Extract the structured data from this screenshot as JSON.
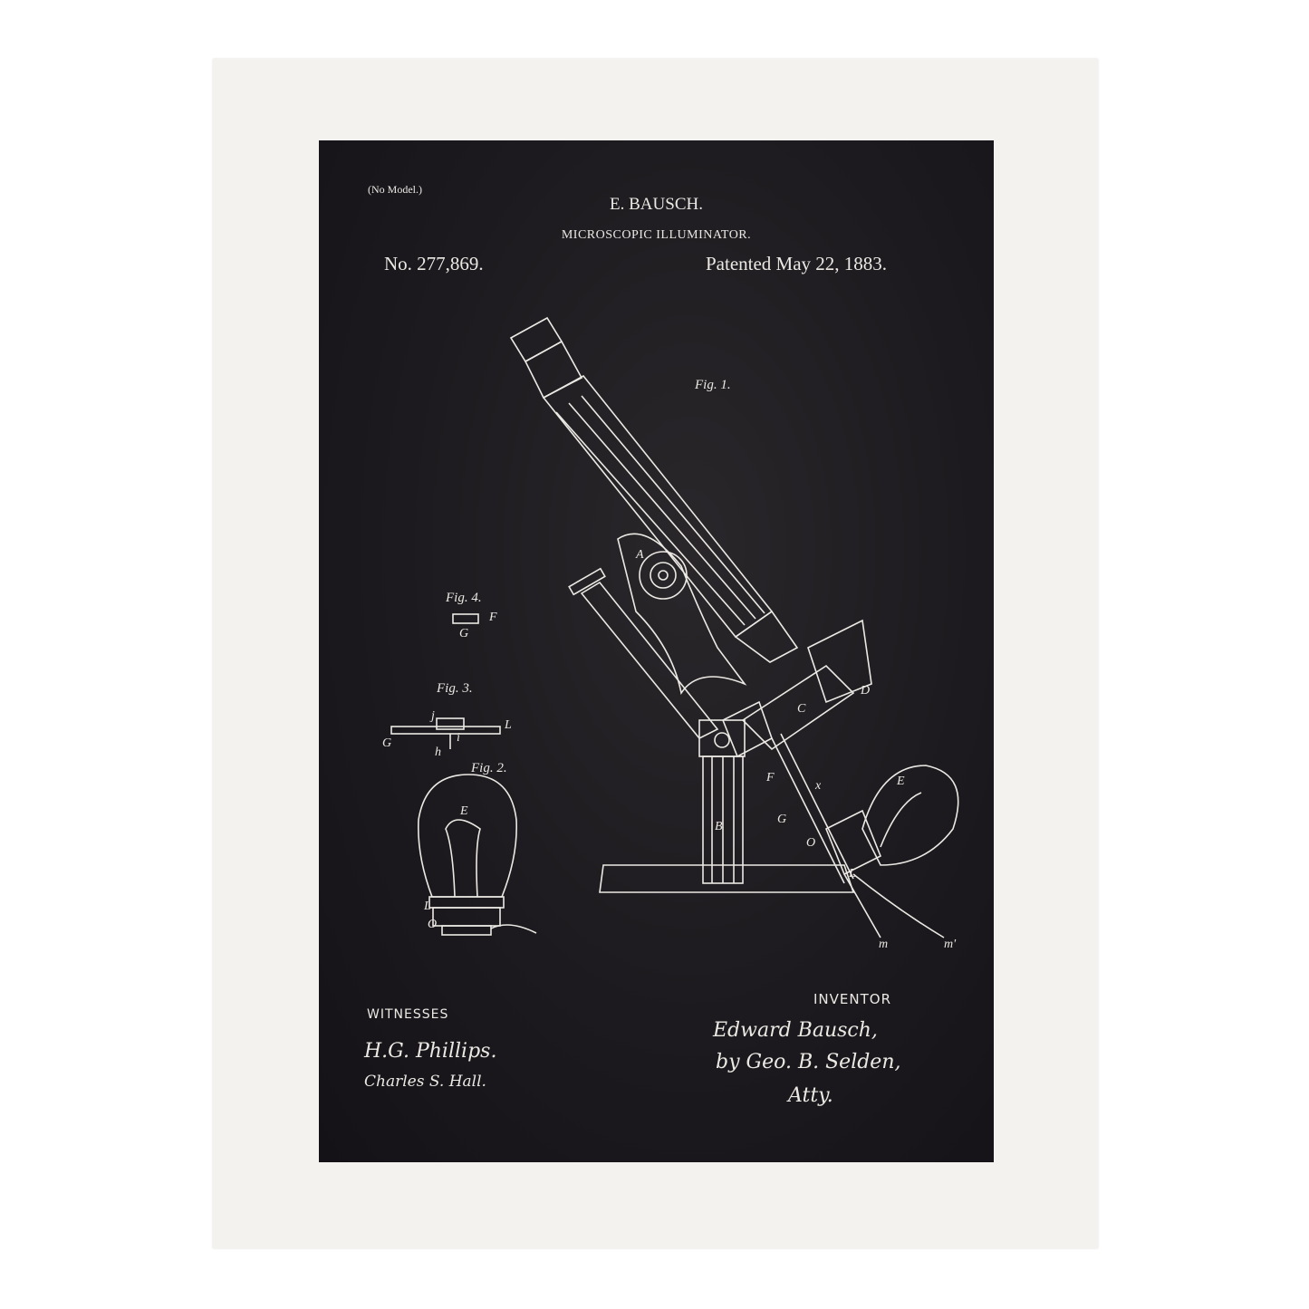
{
  "patent": {
    "no_model": "(No Model.)",
    "inventor_name": "E. BAUSCH.",
    "title": "MICROSCOPIC ILLUMINATOR.",
    "number": "No. 277,869.",
    "date": "Patented May 22, 1883."
  },
  "figures": {
    "fig1": "Fig. 1.",
    "fig2": "Fig. 2.",
    "fig3": "Fig. 3.",
    "fig4": "Fig. 4."
  },
  "labels": {
    "A": "A",
    "B": "B",
    "C": "C",
    "D": "D",
    "E": "E",
    "F": "F",
    "G": "G",
    "L": "L",
    "O": "O",
    "x": "x",
    "m": "m",
    "m2": "m'",
    "h": "h",
    "i": "i",
    "j": "j"
  },
  "signatures": {
    "witnesses_heading": "WITNESSES",
    "witness1": "H.G. Phillips.",
    "witness2": "Charles S. Hall.",
    "inventor_heading": "INVENTOR",
    "inventor_sig": "Edward Bausch,",
    "attorney": "by Geo. B. Selden,",
    "atty": "Atty."
  },
  "colors": {
    "frame": "#f3f2ee",
    "print": "#1c1a1e",
    "ink": "#ece9e4"
  }
}
